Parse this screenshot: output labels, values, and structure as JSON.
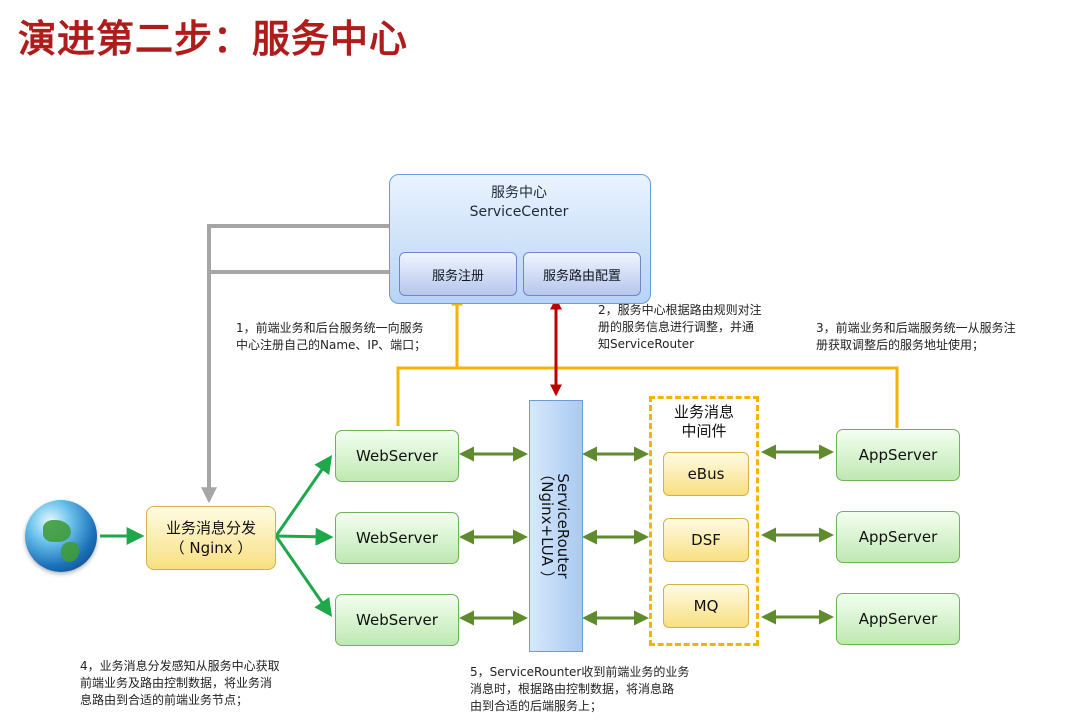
{
  "title": "演进第二步：服务中心",
  "service_center": {
    "name": "服务中心",
    "name_en": "ServiceCenter",
    "register": "服务注册",
    "route_config": "服务路由配置"
  },
  "dispatcher": {
    "line1": "业务消息分发",
    "line2": "（ Nginx ）"
  },
  "web_servers": [
    "WebServer",
    "WebServer",
    "WebServer"
  ],
  "router": {
    "line1": "ServiceRouter",
    "line2": "（Nginx+LUA ）"
  },
  "middleware": {
    "title_line1": "业务消息",
    "title_line2": "中间件",
    "items": [
      "eBus",
      "DSF",
      "MQ"
    ]
  },
  "app_servers": [
    "AppServer",
    "AppServer",
    "AppServer"
  ],
  "notes": {
    "n1": [
      "1，前端业务和后台服务统一向服务",
      "中心注册自己的Name、IP、端口；"
    ],
    "n2": [
      "2，服务中心根据路由规则对注",
      "册的服务信息进行调整，并通",
      "知ServiceRouter"
    ],
    "n3": [
      "3，前端业务和后端服务统一从服务注",
      "册获取调整后的服务地址使用；"
    ],
    "n4": [
      "4，业务消息分发感知从服务中心获取",
      "前端业务及路由控制数据，将业务消",
      "息路由到合适的前端业务节点；"
    ],
    "n5": [
      "5，ServiceRounter收到前端业务的业务",
      "消息时，根据路由控制数据，将消息路",
      "由到合适的后端服务上；"
    ]
  },
  "colors": {
    "title": "#b01c1c",
    "gray_line": "#a6a6a6",
    "yellow_line": "#f4b400",
    "red_line": "#c00000",
    "green_arrow": "#1fa84a",
    "olive_arrow": "#5f8a2e"
  },
  "icons": {
    "globe": "globe-icon"
  }
}
